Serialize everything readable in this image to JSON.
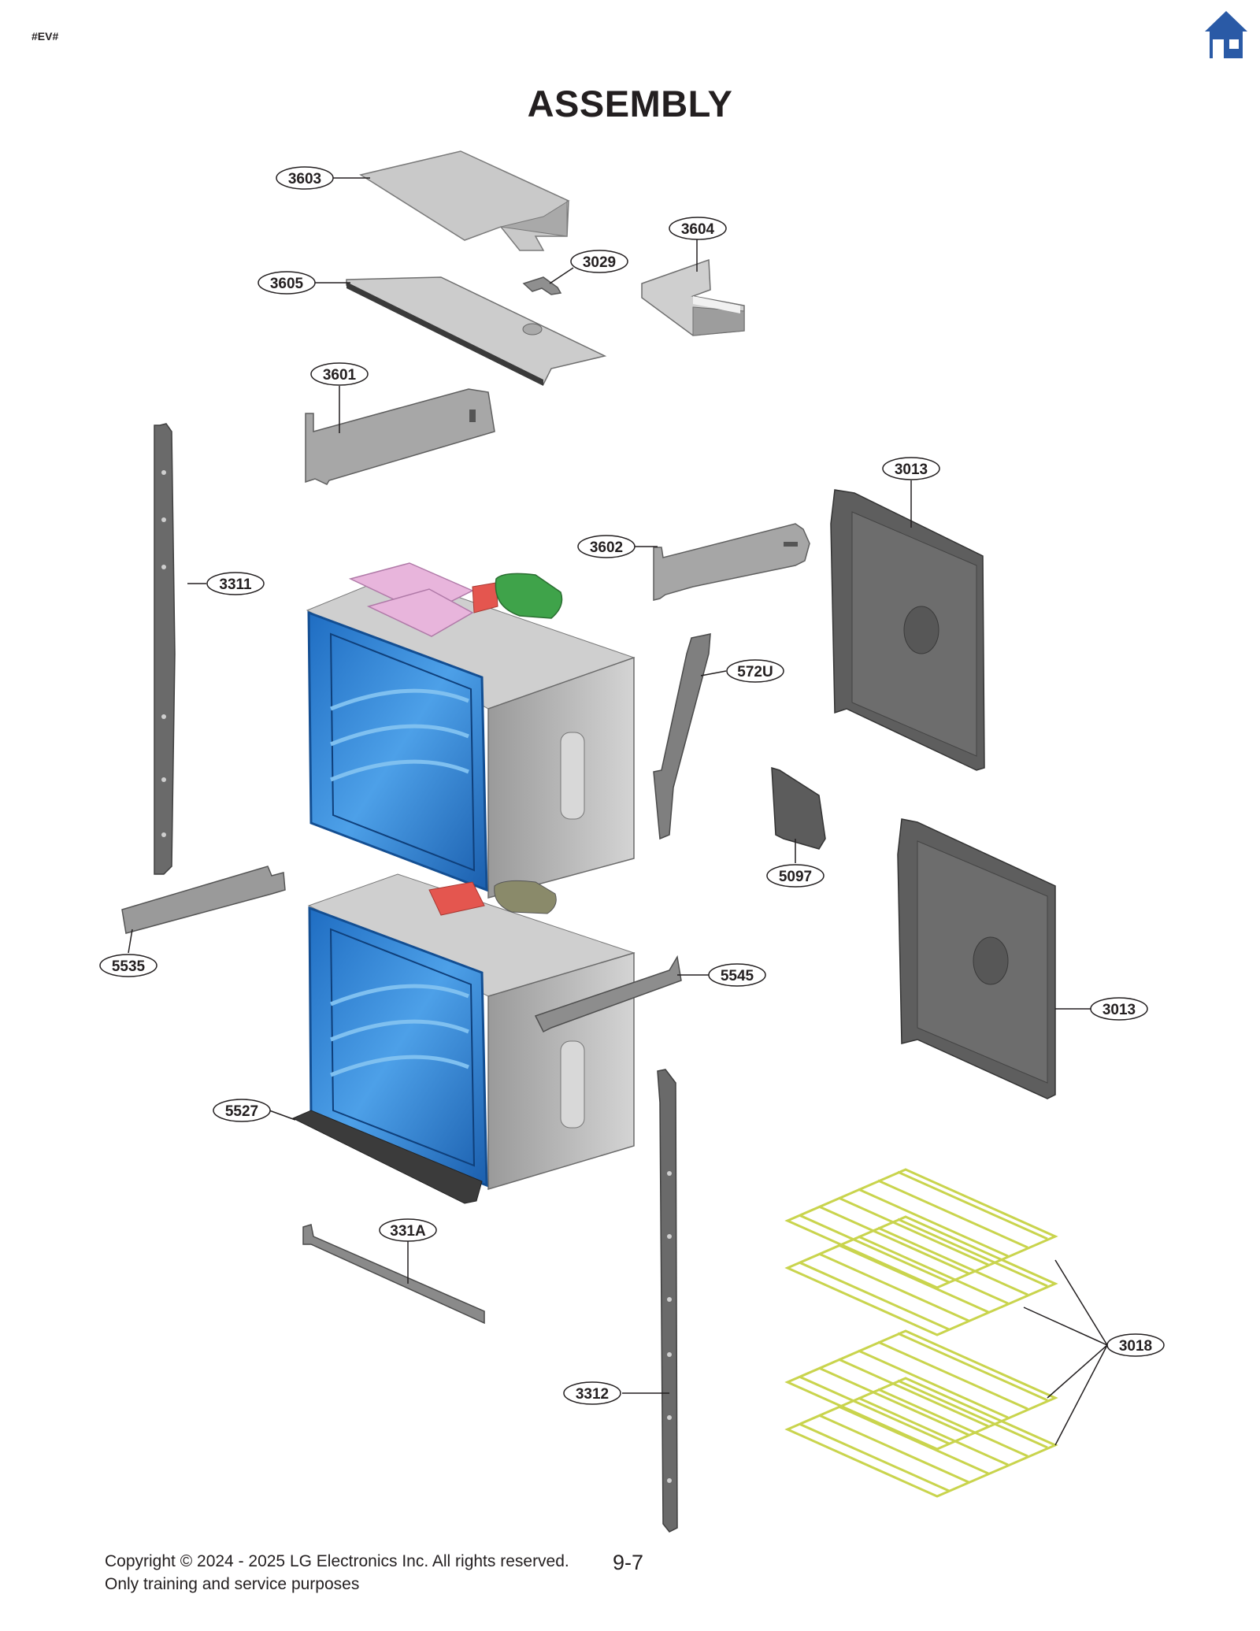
{
  "header": {
    "doc_id": "#EV#",
    "home_icon": "home-icon",
    "title": "ASSEMBLY"
  },
  "callouts": [
    {
      "label": "3603",
      "part": "top-cover"
    },
    {
      "label": "3604",
      "part": "bracket-box"
    },
    {
      "label": "3029",
      "part": "clip"
    },
    {
      "label": "3605",
      "part": "top-plate"
    },
    {
      "label": "3601",
      "part": "rear-bracket"
    },
    {
      "label": "3013",
      "part": "side-panel-upper"
    },
    {
      "label": "3311",
      "part": "left-trim"
    },
    {
      "label": "3602",
      "part": "right-bracket"
    },
    {
      "label": "572U",
      "part": "strip"
    },
    {
      "label": "5097",
      "part": "small-plate"
    },
    {
      "label": "5535",
      "part": "left-slide"
    },
    {
      "label": "5545",
      "part": "right-slide"
    },
    {
      "label": "3013",
      "part": "side-panel-lower"
    },
    {
      "label": "5527",
      "part": "bottom-trim"
    },
    {
      "label": "331A",
      "part": "bar"
    },
    {
      "label": "3312",
      "part": "right-trim"
    },
    {
      "label": "3018",
      "part": "racks"
    }
  ],
  "colors": {
    "cavity_blue": "#2f7fcf",
    "frame_gray": "#bdbdbd",
    "part_dark": "#6b6b6b",
    "rack_yellow": "#dce86a",
    "pink_module": "#e8b5dc",
    "green_motor": "#3fa34a",
    "red_module": "#e4564f",
    "home_blue": "#2a5aa6"
  },
  "footer": {
    "copyright": "Copyright © 2024 - 2025 LG Electronics Inc. All rights reserved.",
    "note": "Only training and service purposes",
    "page_number": "9-7"
  }
}
